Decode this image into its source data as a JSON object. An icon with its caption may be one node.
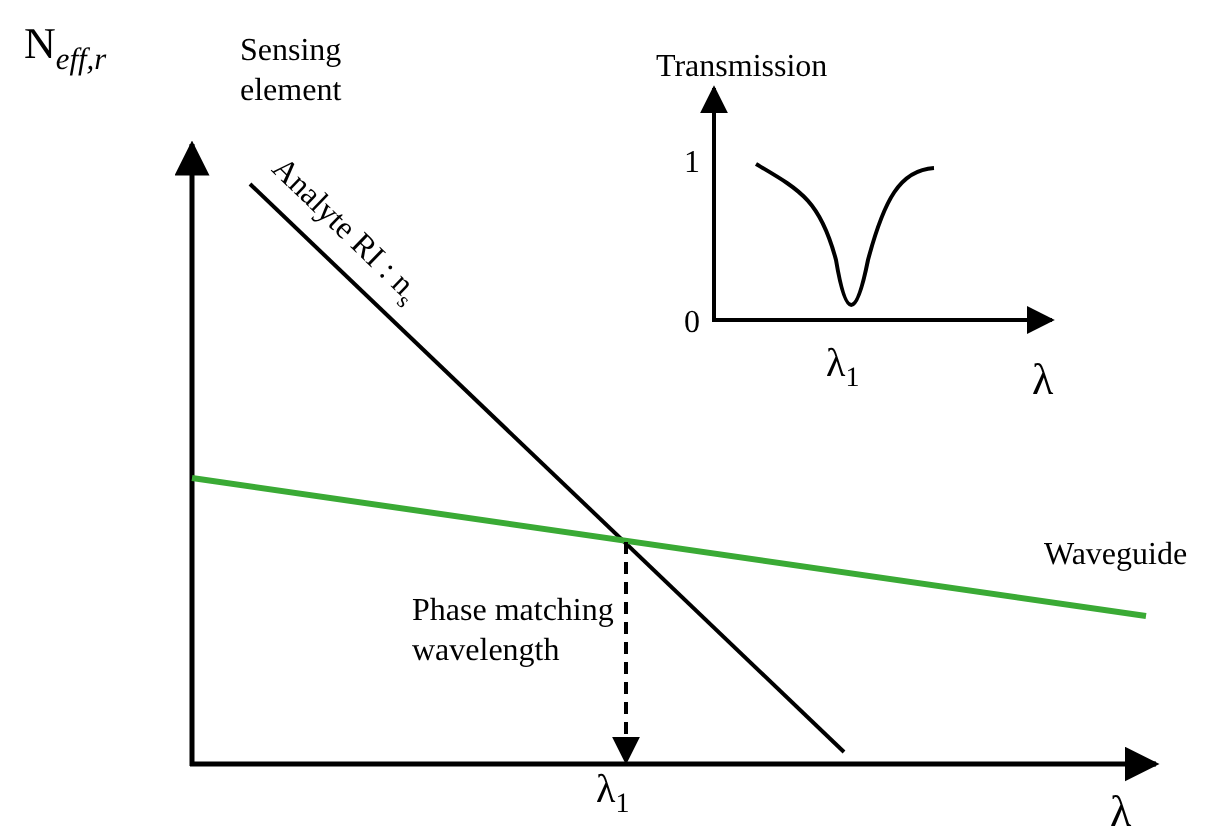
{
  "diagram": {
    "labels": [
      "N$_{eff,r}$",
      "Sensing element",
      "Analyte RI : n$_{s}$",
      "Transmission",
      "1",
      "0",
      "λ$_{1}$",
      "λ",
      "Waveguide",
      "Phase matching wavelength",
      "λ$_{1}$",
      "λ"
    ]
  }
}
